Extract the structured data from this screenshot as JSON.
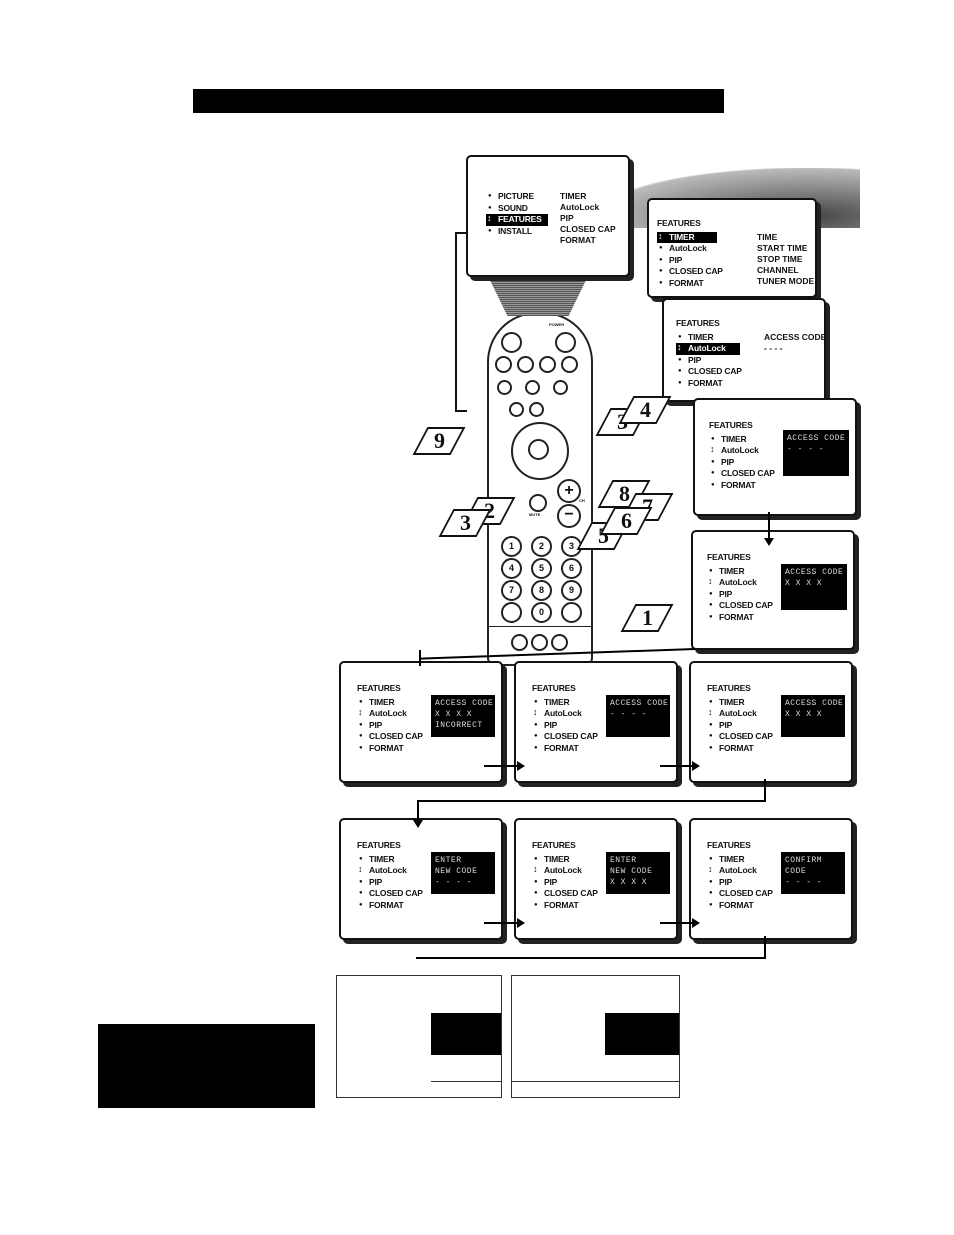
{
  "main_menu": {
    "items": [
      "PICTURE",
      "SOUND",
      "FEATURES",
      "INSTALL"
    ],
    "sub": [
      "TIMER",
      "AutoLock",
      "PIP",
      "CLOSED CAP",
      "FORMAT"
    ]
  },
  "features_header": "FEATURES",
  "features_items": [
    "TIMER",
    "AutoLock",
    "PIP",
    "CLOSED CAP",
    "FORMAT"
  ],
  "timer_sub": [
    "TIME",
    "START TIME",
    "STOP TIME",
    "CHANNEL",
    "TUNER MODE"
  ],
  "access": {
    "label": "ACCESS CODE",
    "blank": "- - - -",
    "filled": "X X X X",
    "incorrect": "INCORRECT",
    "enter": "ENTER",
    "new_code": "NEW CODE",
    "confirm": "CONFIRM",
    "code": "CODE"
  },
  "steps": [
    "9",
    "3",
    "4",
    "2",
    "3",
    "8",
    "7",
    "5",
    "6",
    "1"
  ],
  "remote": {
    "keys": [
      "1",
      "2",
      "3",
      "4",
      "5",
      "6",
      "7",
      "8",
      "9",
      "0"
    ],
    "labels": [
      "POWER",
      "CH",
      "MUTE"
    ]
  }
}
